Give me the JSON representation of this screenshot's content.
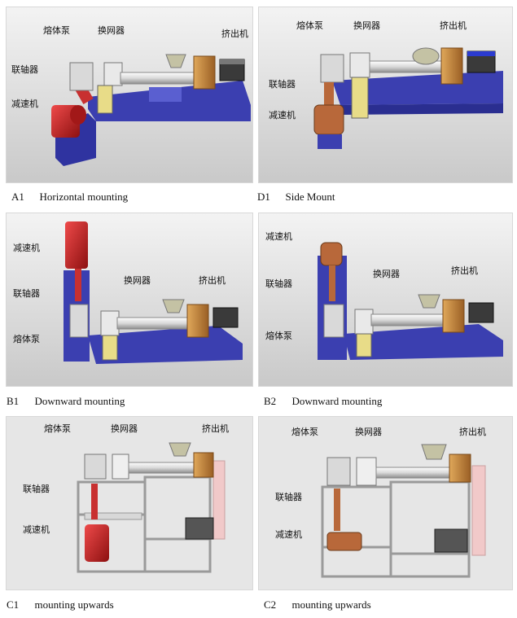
{
  "labels": {
    "melt_pump": "熔体泵",
    "screen_changer": "换网器",
    "extruder": "挤出机",
    "coupling": "联轴器",
    "reducer": "减速机"
  },
  "panels": [
    {
      "code": "A1",
      "caption": "Horizontal mounting"
    },
    {
      "code": "D1",
      "caption": "Side Mount"
    },
    {
      "code": "B1",
      "caption": "Downward mounting"
    },
    {
      "code": "B2",
      "caption": "Downward mounting"
    },
    {
      "code": "C1",
      "caption": "mounting upwards"
    },
    {
      "code": "C2",
      "caption": "mounting upwards"
    }
  ],
  "colors": {
    "base_blue": "#3b3fb0",
    "reducer_red": "#c8202a",
    "reducer_copper": "#b8683a",
    "bronze": "#c88a3c",
    "bg_gray": "#e2e2e2"
  }
}
